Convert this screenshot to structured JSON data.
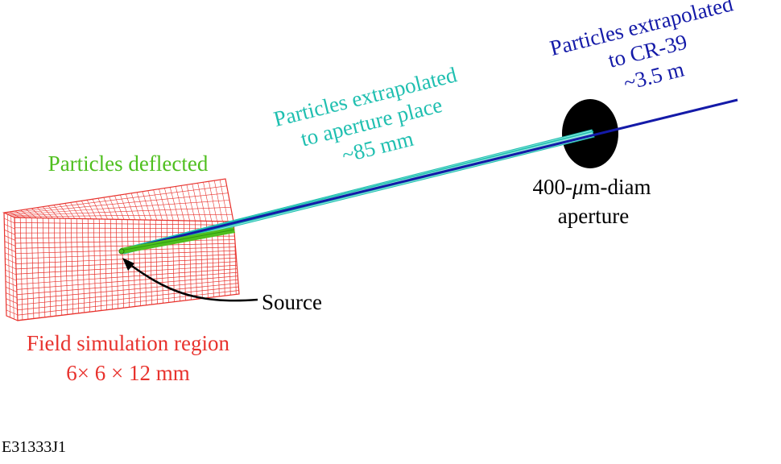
{
  "labels": {
    "deflected": "Particles deflected",
    "aperture_place_line1": "Particles extrapolated",
    "aperture_place_line2": "to aperture place",
    "aperture_place_line3": "~85 mm",
    "cr39_line1": "Particles extrapolated",
    "cr39_line2": "to CR-39",
    "cr39_line3": "~3.5 m",
    "aperture_line1_pre": "400-",
    "aperture_line1_mu": "μ",
    "aperture_line1_post": "m-diam",
    "aperture_line2": "aperture",
    "source": "Source",
    "field_line1": "Field simulation region",
    "field_line2": "6× 6 × 12 mm",
    "figure_id": "E31333J1"
  },
  "colors": {
    "field": "#e8322d",
    "deflected": "#4fbf1e",
    "aperture_beam": "#1fbfb0",
    "cr39_beam": "#141aa8",
    "aperture_disk": "#000000",
    "text": "#000000"
  }
}
